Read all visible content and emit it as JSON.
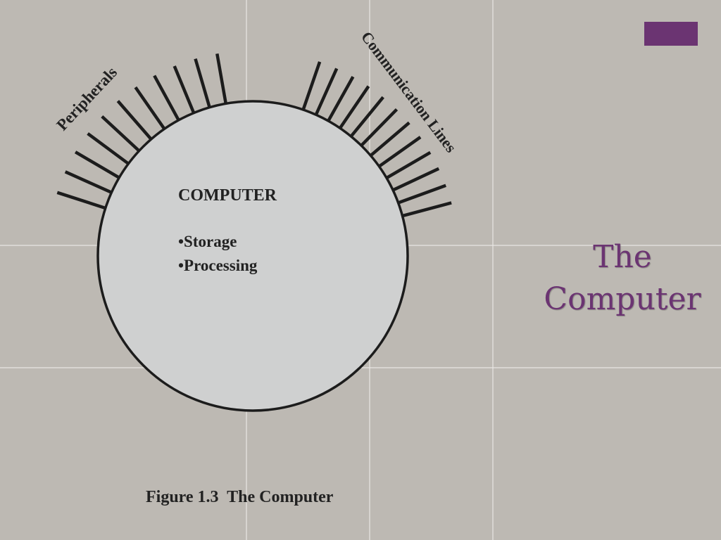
{
  "slide": {
    "title_line1": "The",
    "title_line2": "Computer",
    "accent_color": "#6b3472"
  },
  "diagram": {
    "center_label": "COMPUTER",
    "bullets": [
      "•Storage",
      "•Processing"
    ],
    "peripherals_label": "Peripherals",
    "communication_label": "Communication Lines",
    "caption": "Figure 1.3  The Computer",
    "circle_fill": "#cfd0d0",
    "line_color": "#1c1c1c"
  }
}
